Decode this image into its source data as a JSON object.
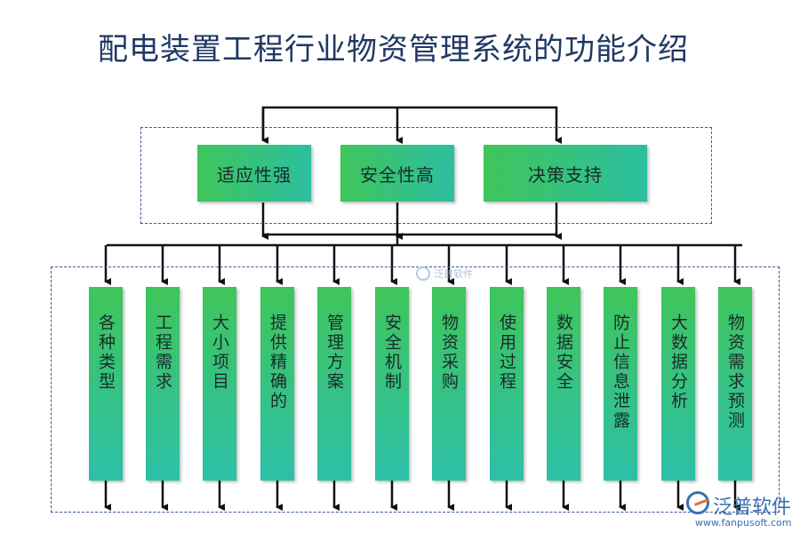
{
  "title": "配电装置工程行业物资管理系统的功能介绍",
  "top_items": [
    "适应性强",
    "安全性高",
    "决策支持"
  ],
  "columns": [
    "各种类型",
    "工程需求",
    "大小项目",
    "提供精确的",
    "管理方案",
    "安全机制",
    "物资采购",
    "使用过程",
    "数据安全",
    "防止信息泄露",
    "大数据分析",
    "物资需求预测"
  ],
  "watermark": {
    "brand": "泛普软件",
    "url": "www.fanpusoft.com",
    "faint_brand": "泛普软件"
  },
  "colors": {
    "title": "#1f3864",
    "box_gradient_start": "#3fc55a",
    "box_gradient_end": "#2cbfa0",
    "dashed_border": "#3b5998"
  }
}
